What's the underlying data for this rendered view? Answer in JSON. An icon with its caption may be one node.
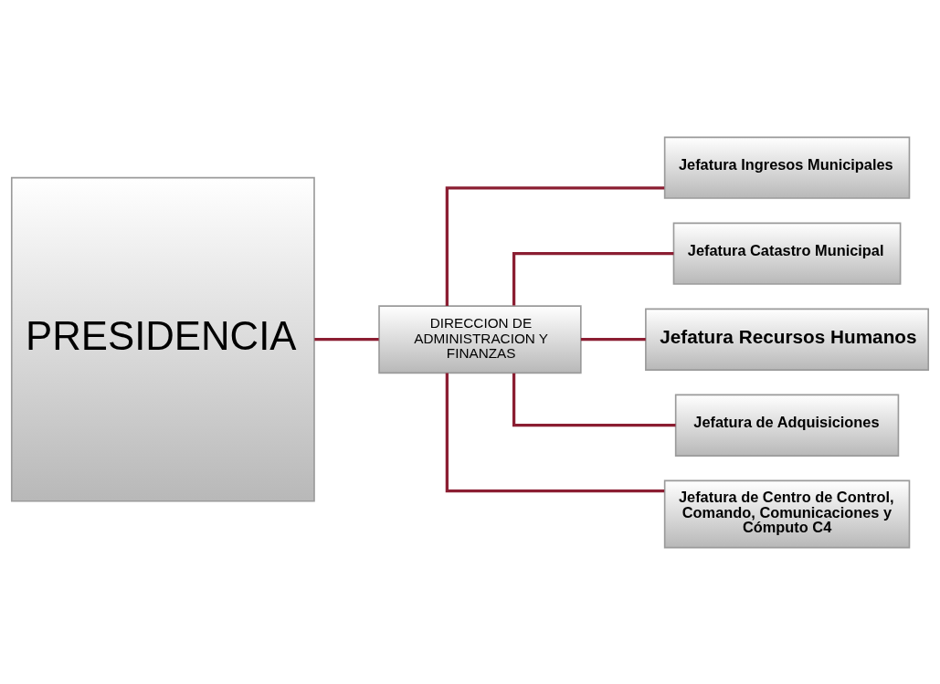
{
  "diagram": {
    "nodes": [
      {
        "text": [
          "PRESIDENCIA"
        ]
      },
      {
        "text": [
          "DIRECCION DE ADMINISTRACION Y FINANZAS"
        ]
      },
      {
        "text": [
          "Jefatura Ingresos Municipales"
        ]
      },
      {
        "text": [
          "Jefatura Catastro Municipal"
        ]
      },
      {
        "text": [
          "Jefatura Recursos Humanos"
        ]
      },
      {
        "text": [
          "Jefatura de Adquisiciones"
        ]
      },
      {
        "text": [
          "Jefatura de Centro de Control, Comando, Comunicaciones y Cómputo C4"
        ]
      }
    ],
    "edges": [
      {
        "from": 0,
        "to": 1,
        "arrow": "none"
      },
      {
        "from": 1,
        "to": 2,
        "arrow": "none"
      },
      {
        "from": 1,
        "to": 3,
        "arrow": "none"
      },
      {
        "from": 1,
        "to": 4,
        "arrow": "none"
      },
      {
        "from": 1,
        "to": 5,
        "arrow": "none"
      },
      {
        "from": 1,
        "to": 6,
        "arrow": "none"
      }
    ]
  }
}
